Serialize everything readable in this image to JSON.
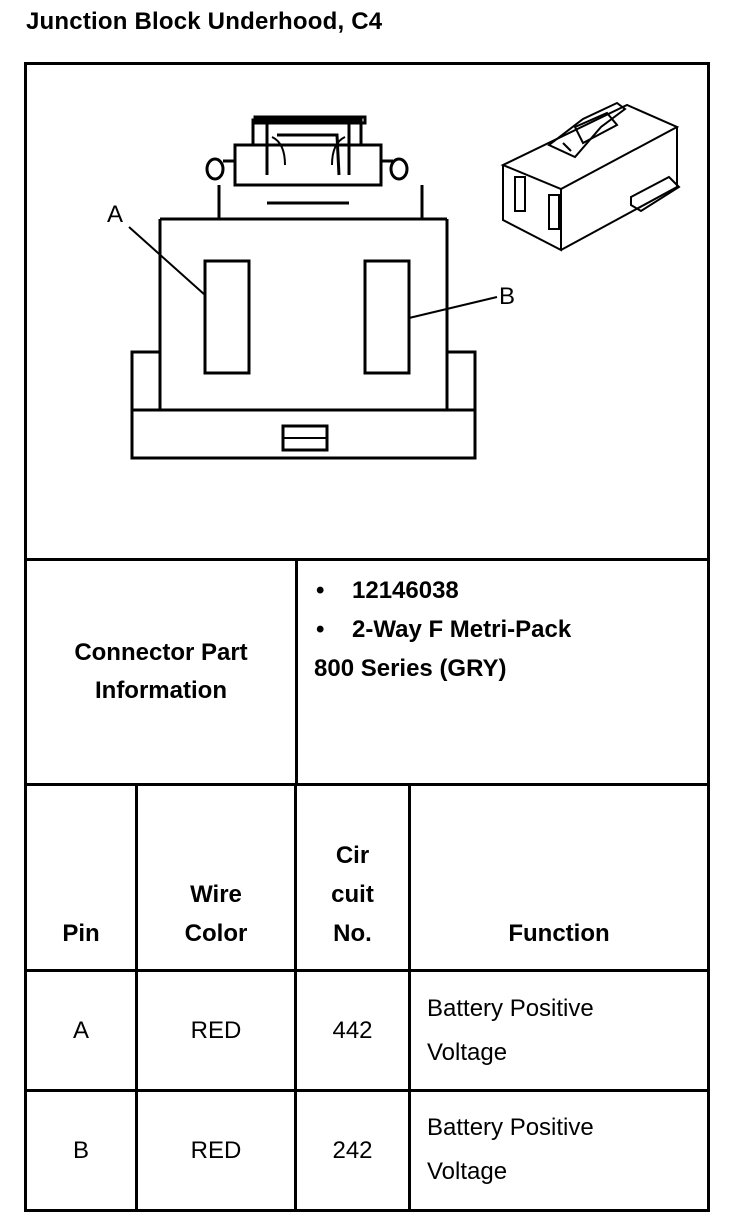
{
  "title": "Junction Block Underhood, C4",
  "diagram": {
    "label_a": "A",
    "label_b": "B"
  },
  "connector_part": {
    "label_line1": "Connector Part",
    "label_line2": "Information",
    "bullets": [
      "12146038",
      "2-Way F Metri-Pack"
    ],
    "continuation": "800 Series (GRY)"
  },
  "table": {
    "headers": {
      "pin": "Pin",
      "wire_color_line1": "Wire",
      "wire_color_line2": "Color",
      "circuit_line1": "Cir",
      "circuit_line2": "cuit",
      "circuit_line3": "No.",
      "function": "Function"
    },
    "rows": [
      {
        "pin": "A",
        "wire_color": "RED",
        "circuit": "442",
        "function_line1": "Battery Positive",
        "function_line2": "Voltage"
      },
      {
        "pin": "B",
        "wire_color": "RED",
        "circuit": "242",
        "function_line1": "Battery Positive",
        "function_line2": "Voltage"
      }
    ]
  }
}
